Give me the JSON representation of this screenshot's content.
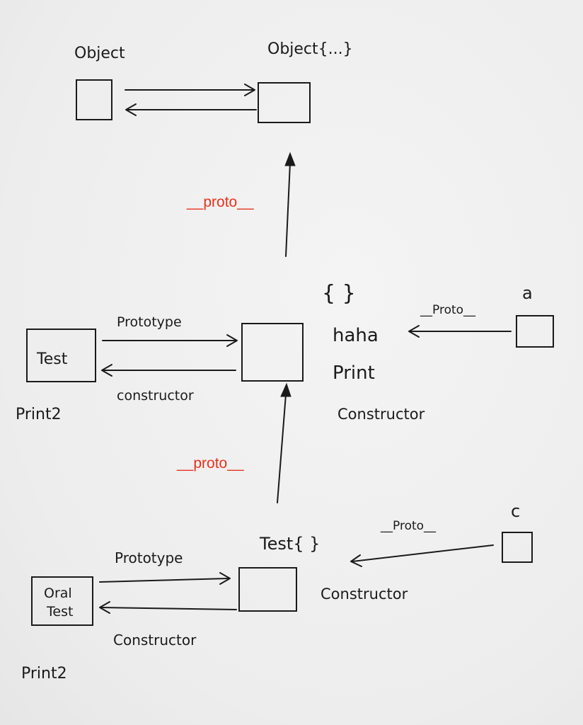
{
  "labels": {
    "object_fn": "Object",
    "object_proto": "Object{...}",
    "proto_red_top": "__proto__",
    "braces_mid": "{ }",
    "haha": "haha",
    "print": "Print",
    "constructor_mid": "Constructor",
    "a_instance": "a",
    "proto_a": "__Proto__",
    "test_fn": "Test",
    "prototype_mid": "Prototype",
    "constructor_mid_arrow": "constructor",
    "print2_mid": "Print2",
    "proto_red_bottom": "__proto__",
    "c_instance": "c",
    "proto_c": "__Proto__",
    "test_braces": "Test{ }",
    "prototype_bottom": "Prototype",
    "oral_test_line1": "Oral",
    "oral_test_line2": "Test",
    "constructor_bottom_right": "Constructor",
    "constructor_bottom_arrow": "Constructor",
    "print2_bottom": "Print2"
  },
  "colors": {
    "ink": "#1a1a1a",
    "accent_red": "#e8321c",
    "paper": "#f1f1f1"
  }
}
